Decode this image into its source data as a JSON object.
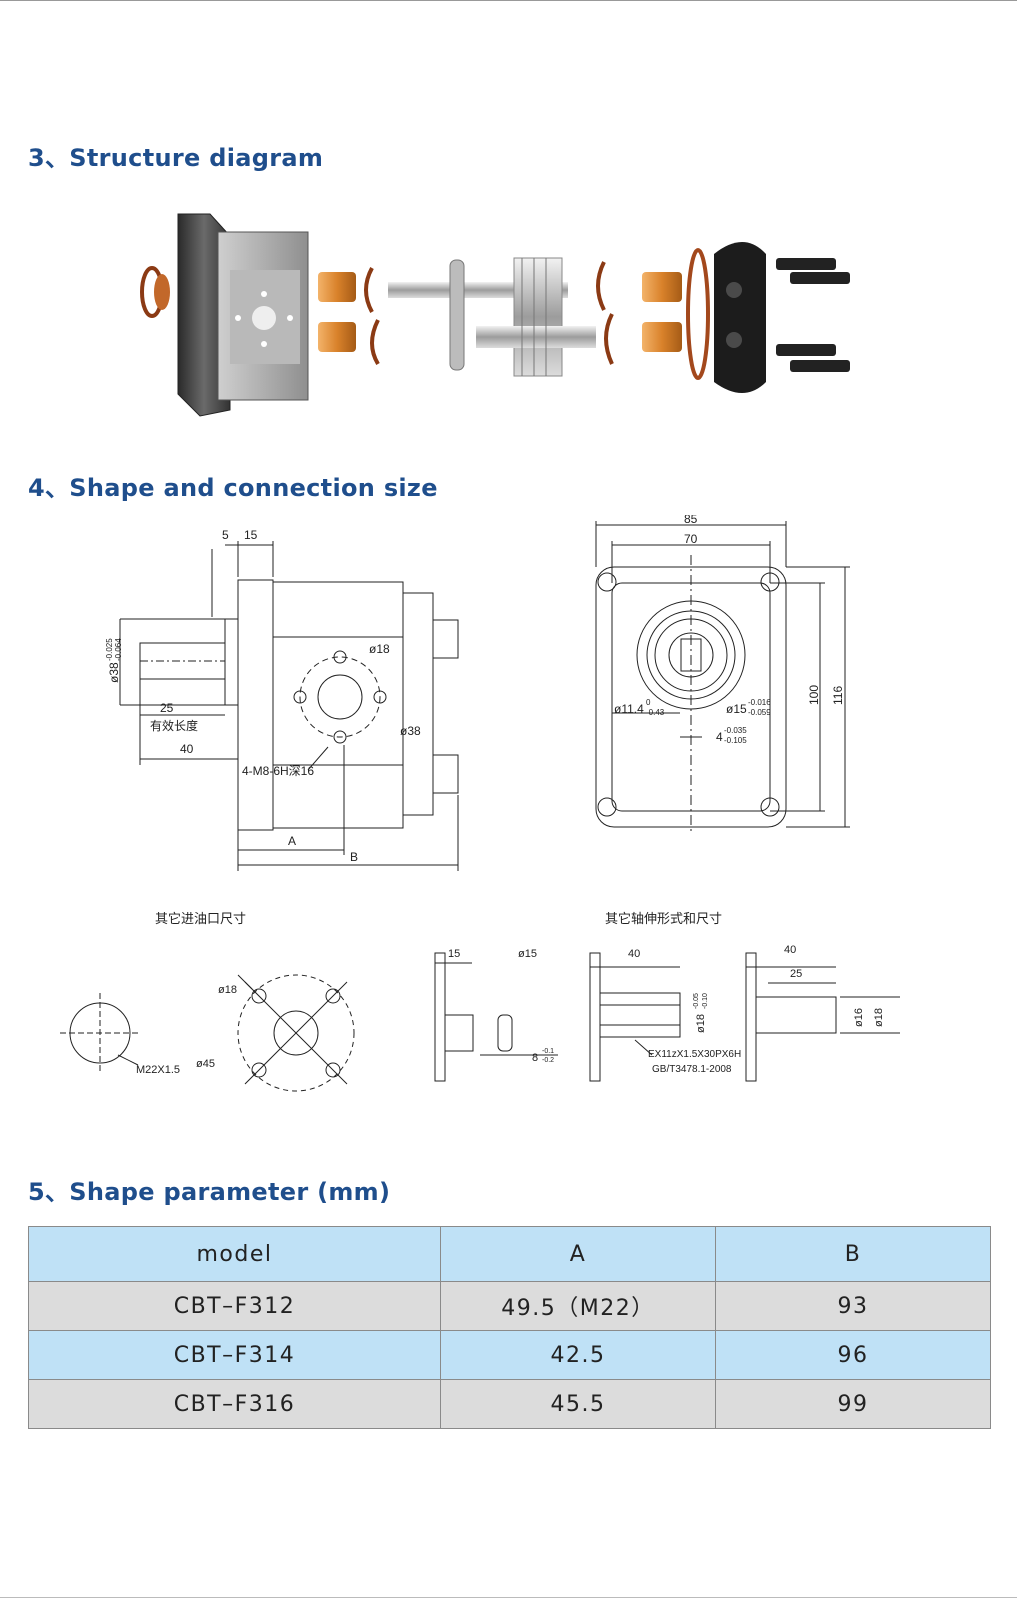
{
  "sections": {
    "structure": {
      "title": "3、Structure diagram"
    },
    "connection": {
      "title": "4、Shape and connection size",
      "side_view": {
        "dims": [
          "5",
          "15",
          "25",
          "40",
          "A",
          "B"
        ],
        "shaft_tol": "ø38",
        "shaft_tol_upper": "-0.025",
        "shaft_tol_lower": "-0.064",
        "effective_length": "有效长度",
        "port_small": "ø18",
        "port_large": "ø38",
        "thread_note": "4-M8-6H深16"
      },
      "front_view": {
        "width_outer": "85",
        "width_inner": "70",
        "height_inner": "100",
        "height_outer": "116",
        "key_width": "ø11.4",
        "key_width_tol_upper": "0",
        "key_width_tol_lower": "-0.43",
        "shaft_dia": "ø15",
        "shaft_dia_tol_upper": "-0.016",
        "shaft_dia_tol_lower": "-0.059",
        "key": "4",
        "key_tol_upper": "-0.035",
        "key_tol_lower": "-0.105"
      },
      "other_ports_label": "其它进油口尺寸",
      "other_shafts_label": "其它轴伸形式和尺寸",
      "ports": {
        "thread": "M22X1.5",
        "hole": "ø18",
        "pcd": "ø45"
      },
      "shafts": {
        "flat_len": "15",
        "flat_dia": "ø15",
        "flat_tol": "8",
        "flat_tol_upper": "-0.1",
        "flat_tol_lower": "-0.2",
        "spline_len": "40",
        "spline_dia": "ø18",
        "spline_tol_upper": "-0.05",
        "spline_tol_lower": "-0.10",
        "spline_spec": "EX11zX1.5X30PX6H",
        "spline_std": "GB/T3478.1-2008",
        "straight_len": "40",
        "straight_step": "25",
        "straight_dia_small": "ø16",
        "straight_dia_large": "ø18"
      }
    },
    "params": {
      "title": "5、Shape parameter (mm)",
      "headers": [
        "model",
        "A",
        "B"
      ],
      "rows": [
        [
          "CBT–F312",
          "49.5（M22）",
          "93"
        ],
        [
          "CBT–F314",
          "42.5",
          "96"
        ],
        [
          "CBT–F316",
          "45.5",
          "99"
        ]
      ]
    }
  },
  "colors": {
    "title_blue": "#1f4e8c",
    "header_blue": "#bfe1f6",
    "row_grey": "#dcdcdc",
    "part_orange": "#d9822b"
  }
}
